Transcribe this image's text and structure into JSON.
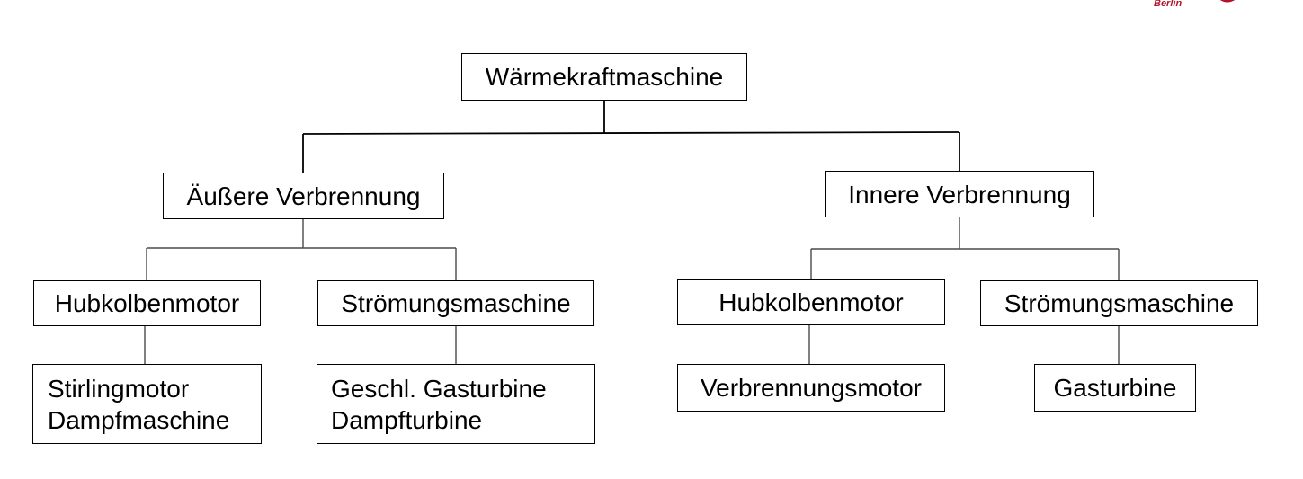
{
  "logo": {
    "text": "Berlin",
    "color": "#b4122b"
  },
  "tree": {
    "root": "Wärmekraftmaschine",
    "external": {
      "label": "Äußere Verbrennung",
      "piston": {
        "label": "Hubkolbenmotor",
        "examples": [
          "Stirlingmotor",
          "Dampfmaschine"
        ]
      },
      "flow": {
        "label": "Strömungsmaschine",
        "examples": [
          "Geschl. Gasturbine",
          "Dampfturbine"
        ]
      }
    },
    "internal": {
      "label": "Innere Verbrennung",
      "piston": {
        "label": "Hubkolbenmotor",
        "examples": [
          "Verbrennungsmotor"
        ]
      },
      "flow": {
        "label": "Strömungsmaschine",
        "examples": [
          "Gasturbine"
        ]
      }
    }
  }
}
